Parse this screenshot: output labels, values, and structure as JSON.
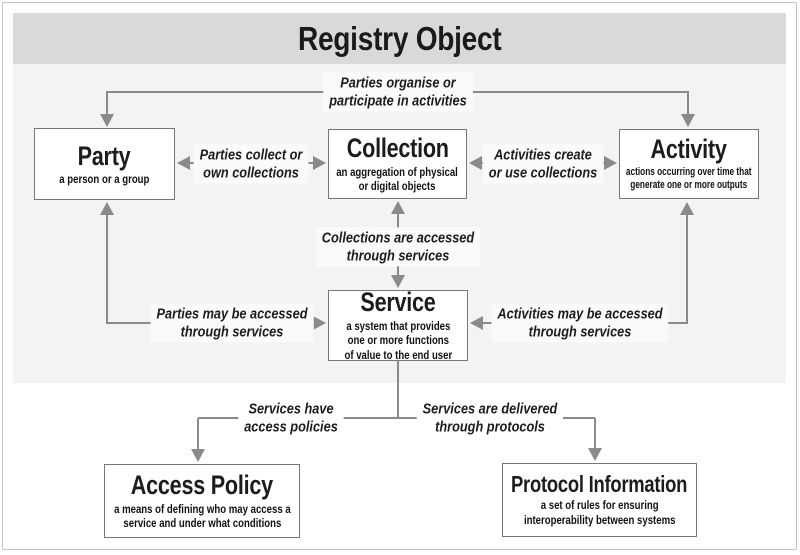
{
  "diagram": {
    "title": "Registry Object",
    "nodes": {
      "party": {
        "title": "Party",
        "desc": "a person or a group"
      },
      "collection": {
        "title": "Collection",
        "desc": "an aggregation of physical\nor digital objects"
      },
      "activity": {
        "title": "Activity",
        "desc": "actions occurring over time that\ngenerate one or more outputs"
      },
      "service": {
        "title": "Service",
        "desc": "a system that provides\none or more functions\nof value to the end user"
      },
      "access_policy": {
        "title": "Access Policy",
        "desc": "a means of defining who may access a\nservice and under what conditions"
      },
      "protocol_information": {
        "title": "Protocol Information",
        "desc": "a set of rules for ensuring\ninteroperability between systems"
      }
    },
    "relations": {
      "party_activity": "Parties organise or\nparticipate in activities",
      "party_collection": "Parties collect or\nown collections",
      "activity_collection": "Activities create\nor use collections",
      "collection_service": "Collections are accessed\nthrough services",
      "party_service": "Parties may be accessed\nthrough services",
      "activity_service": "Activities may be accessed\nthrough services",
      "service_access_policy": "Services have\naccess policies",
      "service_protocol": "Services are delivered\nthrough protocols"
    },
    "colors": {
      "header_band": "#d9d9d9",
      "panel": "#f3f3f3",
      "connector": "#8a8a8a",
      "box_border": "#777777",
      "label_background": "#fafafa"
    }
  }
}
